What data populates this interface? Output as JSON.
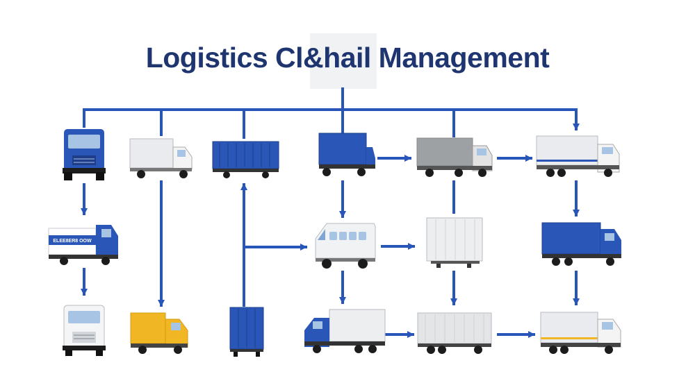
{
  "title": "Logistics Cl&hail Management",
  "colors": {
    "connector": "#2756b8",
    "title": "#1e3570",
    "brand_blue": "#2a57b7",
    "white_box": "#e9ebee",
    "gray_box": "#9ea1a4",
    "yellow": "#f0b623"
  },
  "trucks": [
    {
      "id": "cab-blue-front",
      "icon": "truck-cab-front-icon",
      "color": "blue"
    },
    {
      "id": "box-truck-white-1",
      "icon": "box-truck-icon",
      "color": "white"
    },
    {
      "id": "container-blue-1",
      "icon": "container-icon",
      "color": "blue"
    },
    {
      "id": "box-truck-blue-1",
      "icon": "box-truck-icon",
      "color": "blue"
    },
    {
      "id": "box-truck-gray-1",
      "icon": "box-truck-icon",
      "color": "gray"
    },
    {
      "id": "box-truck-white-2",
      "icon": "box-truck-icon",
      "color": "white"
    },
    {
      "id": "box-truck-white-branded",
      "icon": "box-truck-icon",
      "color": "white",
      "label": "ELEE8ER8 OOW"
    },
    {
      "id": "van-white",
      "icon": "van-icon",
      "color": "white"
    },
    {
      "id": "cargo-box-white",
      "icon": "cargo-box-icon",
      "color": "white"
    },
    {
      "id": "box-truck-blue-2",
      "icon": "box-truck-icon",
      "color": "blue"
    },
    {
      "id": "cab-white-front",
      "icon": "truck-cab-front-icon",
      "color": "white"
    },
    {
      "id": "box-truck-yellow",
      "icon": "box-truck-icon",
      "color": "yellow"
    },
    {
      "id": "trailer-blue-rear",
      "icon": "trailer-rear-icon",
      "color": "blue"
    },
    {
      "id": "box-truck-white-3",
      "icon": "box-truck-icon",
      "color": "white"
    },
    {
      "id": "box-truck-white-4",
      "icon": "box-truck-icon",
      "color": "white"
    },
    {
      "id": "box-truck-white-5",
      "icon": "box-truck-icon",
      "color": "white"
    }
  ]
}
